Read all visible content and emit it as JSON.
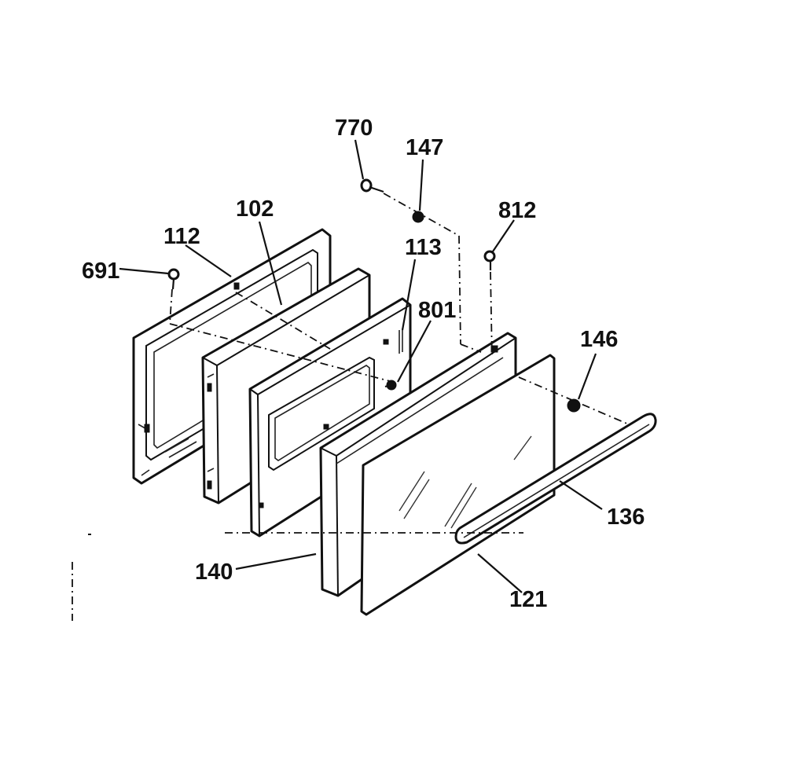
{
  "diagram": {
    "labels": {
      "p770": "770",
      "p147": "147",
      "p812": "812",
      "p102": "102",
      "p112": "112",
      "p691": "691",
      "p113": "113",
      "p801": "801",
      "p146": "146",
      "p136": "136",
      "p140": "140",
      "p121": "121"
    }
  }
}
